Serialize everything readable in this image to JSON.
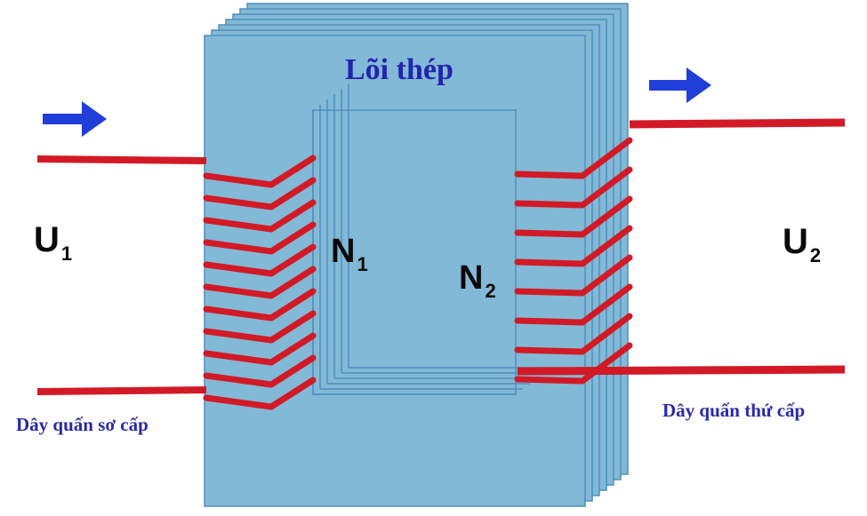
{
  "core": {
    "label": "Lõi thép",
    "color": "#82b9d6",
    "edge_color": "#4f8fbd"
  },
  "primary": {
    "voltage_symbol": "U",
    "voltage_sub": "1",
    "turns_symbol": "N",
    "turns_sub": "1",
    "winding_label": "Dây quấn sơ cấp"
  },
  "secondary": {
    "voltage_symbol": "U",
    "voltage_sub": "2",
    "turns_symbol": "N",
    "turns_sub": "2",
    "winding_label": "Dây quấn thứ cấp"
  },
  "colors": {
    "wire": "#d21a26",
    "arrow": "#1f3fd8",
    "label_text": "#2a2aa8"
  },
  "icons": {
    "input_arrow": "arrow-right-icon",
    "output_arrow": "arrow-right-icon"
  }
}
